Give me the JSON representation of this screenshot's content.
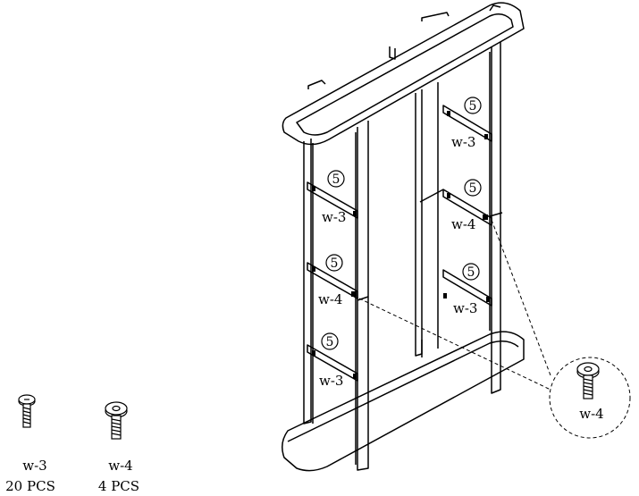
{
  "parts": [
    {
      "code": "w-3",
      "qty": "20 PCS"
    },
    {
      "code": "w-4",
      "qty": "4 PCS"
    }
  ],
  "step_number": "5",
  "screw_labels": {
    "left_top": "w-3",
    "left_mid": "w-4",
    "left_bottom": "w-3",
    "right_top": "w-3",
    "right_mid": "w-4",
    "right_bottom": "w-3"
  },
  "detail_label": "w-4",
  "colors": {
    "line": "#000000",
    "background": "#ffffff"
  }
}
